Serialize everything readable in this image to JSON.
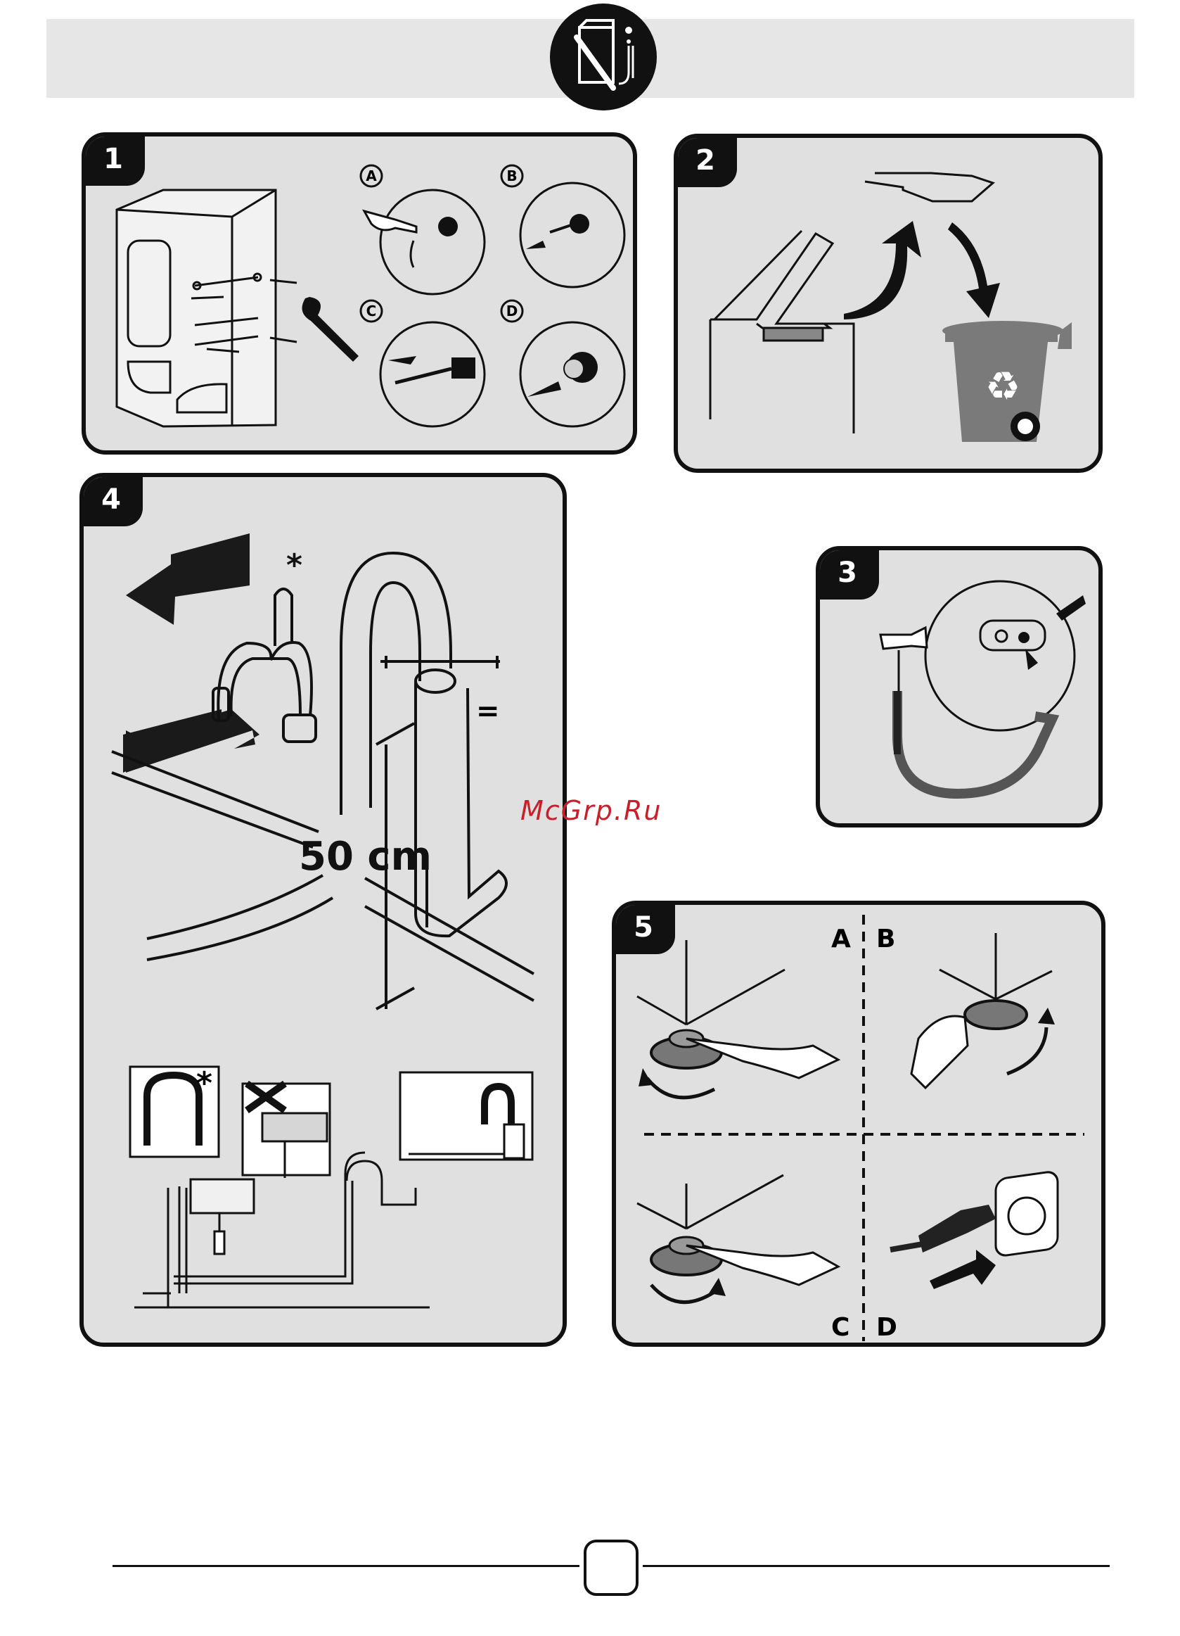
{
  "panels": {
    "p1": {
      "number": "1",
      "callouts": [
        "A",
        "B",
        "C",
        "D"
      ]
    },
    "p2": {
      "number": "2"
    },
    "p3": {
      "number": "3"
    },
    "p4": {
      "number": "4",
      "measure": "50 cm",
      "equal_mark": "=",
      "asterisk": "*"
    },
    "p5": {
      "number": "5",
      "quadrants": [
        "A",
        "B",
        "C",
        "D"
      ]
    }
  },
  "watermark": "McGrp.Ru",
  "colors": {
    "panel_bg": "#e0e0e0",
    "outline": "#111111",
    "bin": "#7a7a7a",
    "watermark": "#c8202a"
  }
}
